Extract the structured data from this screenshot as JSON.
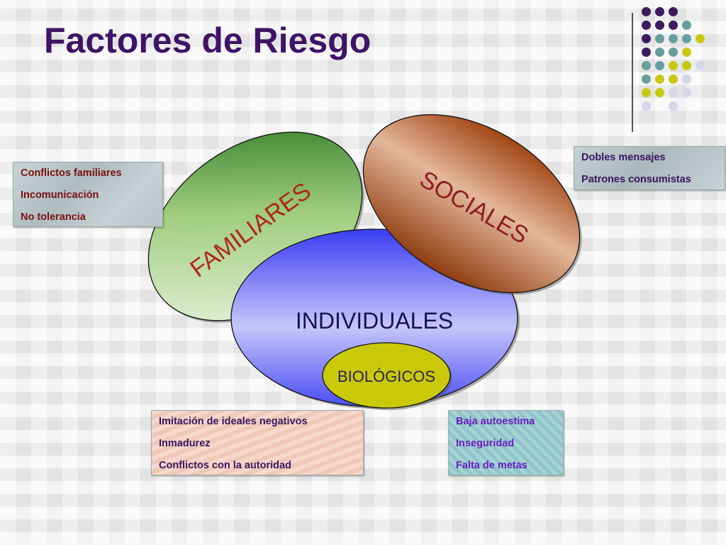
{
  "title": "Factores de Riesgo",
  "colors": {
    "title": "#3d1466",
    "purple": "#3d1a5c",
    "teal": "#6a9e9e",
    "olive": "#c8c814",
    "lavender": "#d6d6ea",
    "familiares": "#4f9b3a",
    "sociales": "#b5582a",
    "individuales": "#6a6cf5",
    "biologicos": "#c9c90a"
  },
  "decoration_dots": [
    [
      "purple",
      "purple",
      "purple",
      "",
      "",
      ""
    ],
    [
      "purple",
      "purple",
      "purple",
      "teal",
      "",
      ""
    ],
    [
      "purple",
      "teal",
      "teal",
      "teal",
      "olive",
      ""
    ],
    [
      "purple",
      "teal",
      "teal",
      "olive",
      "",
      " "
    ],
    [
      "teal",
      "teal",
      "olive",
      "olive",
      "lavender",
      ""
    ],
    [
      "teal",
      "olive",
      "olive",
      "lavender",
      "",
      ""
    ],
    [
      "olive",
      "olive",
      "lavender",
      "lavender",
      "",
      ""
    ],
    [
      "lavender",
      "",
      "lavender",
      "",
      "",
      ""
    ]
  ],
  "diagram": {
    "familiares": "FAMILIARES",
    "sociales": "SOCIALES",
    "individuales": "INDIVIDUALES",
    "biologicos": "BIOLÓGICOS"
  },
  "boxes": {
    "familiares": [
      "Conflictos familiares",
      "Incomunicación",
      "No tolerancia"
    ],
    "sociales": [
      "Dobles mensajes",
      "Patrones consumistas"
    ],
    "individuales": [
      "Imitación de ideales negativos",
      "Inmadurez",
      "Conflictos con la autoridad"
    ],
    "biologicos": [
      "Baja autoestima",
      "Inseguridad",
      "Falta de metas"
    ]
  }
}
